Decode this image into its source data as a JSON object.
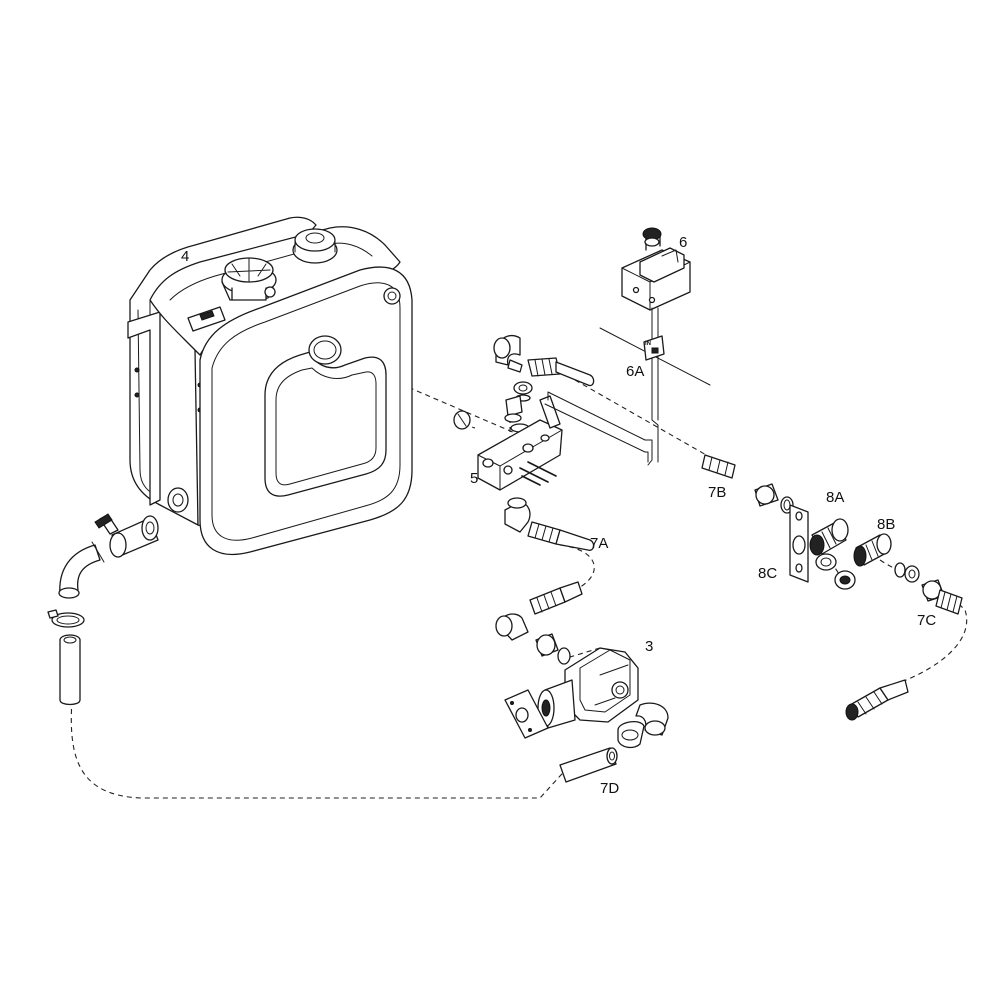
{
  "labels": {
    "tank": "4",
    "valve_block": "5",
    "control_unit": "6",
    "control_cable": "6A",
    "hose_a": "7A",
    "hose_b": "7B",
    "hose_c": "7C",
    "hose_d": "7D",
    "coupling_a": "8A",
    "coupling_b": "8B",
    "coupling_plate": "8C",
    "pump": "3"
  },
  "control_cable_tag": "IN"
}
